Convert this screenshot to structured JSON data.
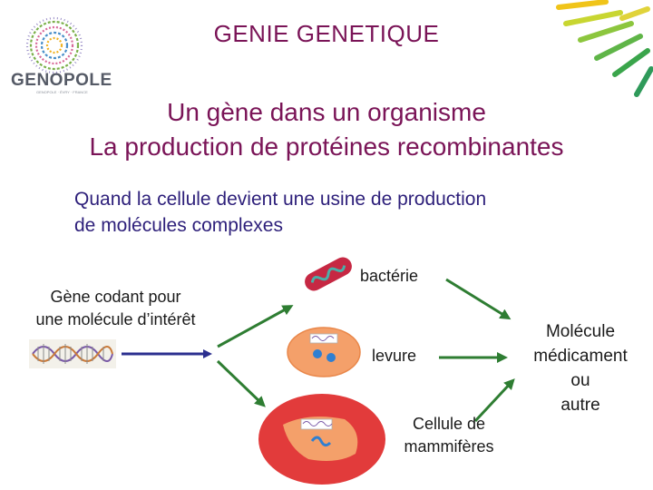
{
  "header": {
    "title": "GENIE GENETIQUE",
    "logo_word": "GENOPOLE",
    "logo_tagline": "GENOPOLE · ÉVRY · FRANCE"
  },
  "titles": {
    "line1": "Un gène dans un organisme",
    "line2": "La production de protéines recombinantes"
  },
  "subtitle": {
    "line1": "Quand la cellule devient une usine de production",
    "line2": "de molécules complexes"
  },
  "diagram": {
    "gene_label": {
      "line1": "Gène codant pour",
      "line2": "une molécule d’intérêt"
    },
    "organisms": {
      "bacteria": "bactérie",
      "yeast": "levure",
      "mammal": {
        "line1": "Cellule de",
        "line2": "mammifères"
      }
    },
    "product": {
      "line1": "Molécule",
      "line2": "médicament",
      "line3": "ou",
      "line4": "autre"
    },
    "colors": {
      "title": "#7a1457",
      "subtitle": "#2d1f7a",
      "arrow_blue": "#2b2f8f",
      "arrow_green": "#2e7d32",
      "cell_red": "#e23b3b",
      "yeast_fill": "#f4a06a",
      "bacteria_fill": "#c62843"
    }
  }
}
